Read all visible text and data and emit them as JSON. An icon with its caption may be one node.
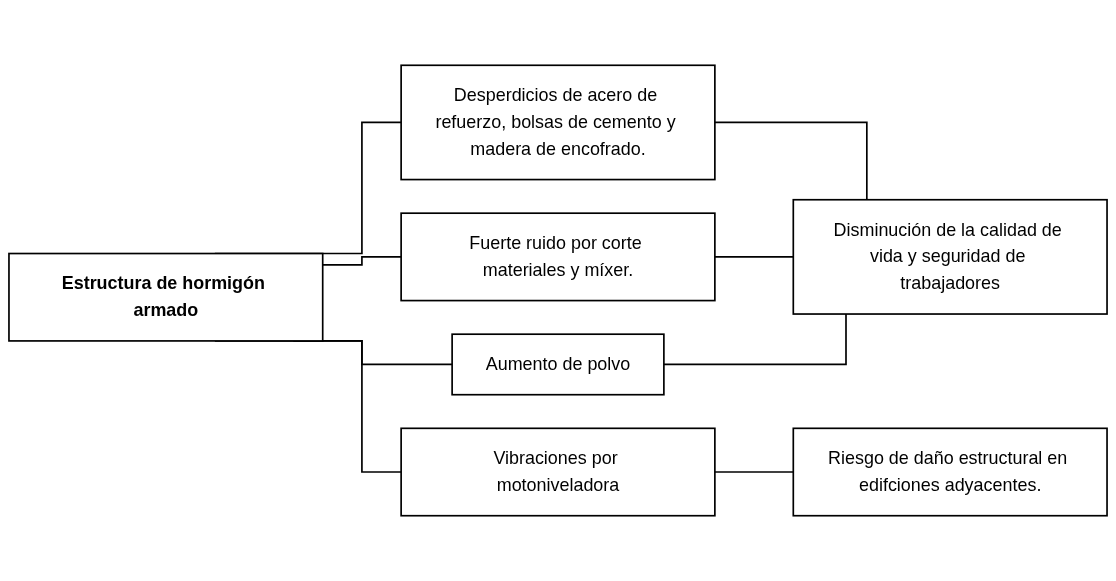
{
  "diagram": {
    "nodes": [
      {
        "text": [
          "Estructura de hormigón armado"
        ]
      },
      {
        "text": [
          "Desperdicios de acero de refuerzo, bolsas de cemento y madera de encofrado."
        ]
      },
      {
        "text": [
          "Fuerte ruido por corte materiales y míxer."
        ]
      },
      {
        "text": [
          "Aumento de polvo"
        ]
      },
      {
        "text": [
          "Vibraciones por motoniveladora"
        ]
      },
      {
        "text": [
          "Disminución de la calidad de vida y seguridad de trabajadores"
        ]
      },
      {
        "text": [
          "Riesgo de daño estructural en edifciones adyacentes."
        ]
      }
    ],
    "edges": [
      {
        "from": 0,
        "to": 1,
        "arrow": "none"
      },
      {
        "from": 0,
        "to": 2,
        "arrow": "none"
      },
      {
        "from": 0,
        "to": 3,
        "arrow": "none"
      },
      {
        "from": 0,
        "to": 4,
        "arrow": "none"
      },
      {
        "from": 1,
        "to": 5,
        "arrow": "none"
      },
      {
        "from": 2,
        "to": 5,
        "arrow": "none"
      },
      {
        "from": 3,
        "to": 5,
        "arrow": "none"
      },
      {
        "from": 4,
        "to": 6,
        "arrow": "none"
      }
    ]
  }
}
